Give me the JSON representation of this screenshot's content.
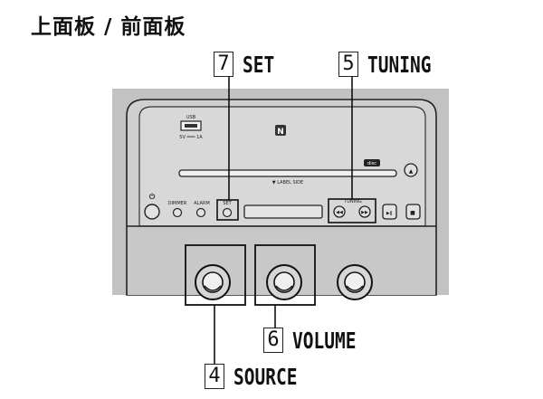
{
  "title": "上面板 / 前面板",
  "callouts": {
    "set": {
      "number": "7",
      "label": "SET"
    },
    "tuning": {
      "number": "5",
      "label": "TUNING"
    },
    "volume": {
      "number": "6",
      "label": "VOLUME"
    },
    "source": {
      "number": "4",
      "label": "SOURCE"
    }
  },
  "device_labels": {
    "usb": "USB",
    "usb_power": "5V ═══ 1A",
    "nfc": "N",
    "label_side": "▼ LABEL SIDE",
    "dimmer": "DIMMER",
    "alarm": "ALARM",
    "set": "SET",
    "tuning": "TUNING",
    "power_icon": "⏻",
    "play_pause_icon": "▶∥",
    "stop_icon": "■",
    "eject_icon": "▲",
    "prev_icon": "◀◀",
    "next_icon": "▶▶",
    "disc_logo": "disc"
  },
  "colors": {
    "panel_gray": "#c6c6c6",
    "panel_dark": "#a9a9a9",
    "line": "#111111"
  }
}
